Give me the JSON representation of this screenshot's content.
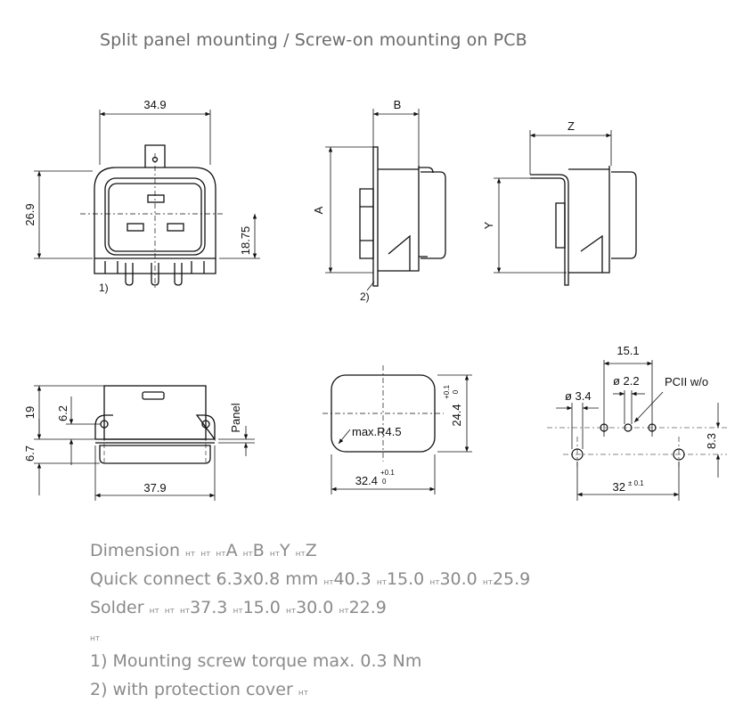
{
  "title": "Split panel mounting / Screw-on mounting on PCB",
  "dims": {
    "front_width": "34.9",
    "front_height": "26.9",
    "center_height": "18.75",
    "side_B": "B",
    "side_A": "A",
    "side2_Z": "Z",
    "side2_Y": "Y",
    "bottom_19": "19",
    "bottom_62": "6.2",
    "bottom_67": "6.7",
    "bottom_379": "37.9",
    "panel": "Panel",
    "cutout_radius": "max.R4.5",
    "cutout_w": "32.4",
    "cutout_w_tol_up": "+0.1",
    "cutout_w_tol_lo": "0",
    "cutout_h": "24.4",
    "cutout_h_tol_up": "+0.1",
    "cutout_h_tol_lo": "0",
    "pcb_151": "15.1",
    "pcb_d34": "ø 3.4",
    "pcb_d22": "ø 2.2",
    "pcb_note": "PCII w/o",
    "pcb_83": "8.3",
    "pcb_32": "32",
    "pcb_32_tol": "± 0.1",
    "callout1": "1)",
    "callout2": "2)"
  },
  "table": [
    {
      "label": "Dimension",
      "cells": [
        "нт",
        "нт",
        "нт",
        "A",
        "нт",
        "B",
        "нт",
        "Y",
        "нт",
        "Z"
      ]
    },
    {
      "label": "Quick connect 6.3x0.8 mm",
      "cells": [
        "нт",
        "40.3",
        "нт",
        "15.0",
        "нт",
        "30.0",
        "нт",
        "25.9"
      ]
    },
    {
      "label": "Solder",
      "cells": [
        "нт",
        "нт",
        "нт",
        "37.3",
        "нт",
        "15.0",
        "нт",
        "30.0",
        "нт",
        "22.9"
      ]
    }
  ],
  "spacer": "нт",
  "notes": {
    "note1": "1) Mounting screw torque max. 0.3 Nm",
    "note2": "2) with protection cover",
    "note2_tail": "нт"
  }
}
